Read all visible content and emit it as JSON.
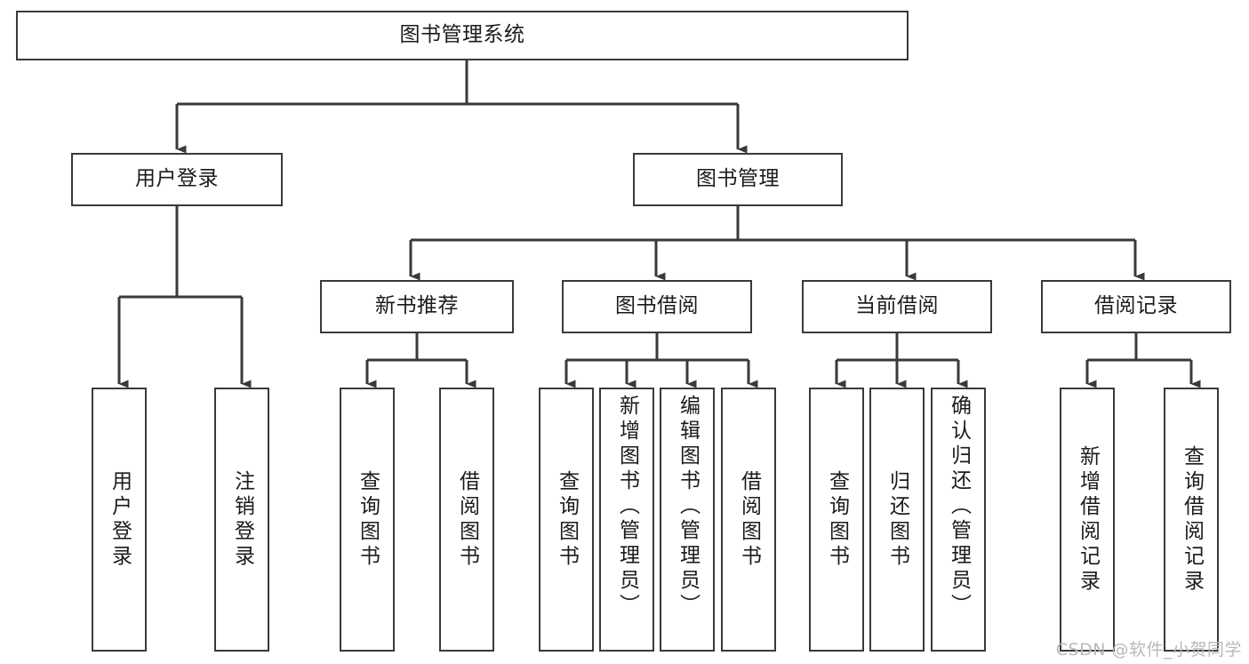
{
  "diagram": {
    "type": "hierarchy-tree",
    "title": "图书管理系统",
    "root": {
      "id": "root",
      "label": "图书管理系统"
    },
    "level2": [
      {
        "id": "user-login",
        "label": "用户登录"
      },
      {
        "id": "book-manage",
        "label": "图书管理"
      }
    ],
    "level3": [
      {
        "id": "new-book-rec",
        "label": "新书推荐",
        "parent": "book-manage"
      },
      {
        "id": "book-borrow",
        "label": "图书借阅",
        "parent": "book-manage"
      },
      {
        "id": "current-borrow",
        "label": "当前借阅",
        "parent": "book-manage"
      },
      {
        "id": "borrow-record",
        "label": "借阅记录",
        "parent": "book-manage"
      }
    ],
    "leaves": [
      {
        "id": "leaf-user-login",
        "label": "用户登录",
        "parent": "user-login",
        "align": "center"
      },
      {
        "id": "leaf-logout",
        "label": "注销登录",
        "parent": "user-login",
        "align": "center"
      },
      {
        "id": "leaf-query-book-1",
        "label": "查询图书",
        "parent": "new-book-rec",
        "align": "center"
      },
      {
        "id": "leaf-borrow-book-1",
        "label": "借阅图书",
        "parent": "new-book-rec",
        "align": "center"
      },
      {
        "id": "leaf-query-book-2",
        "label": "查询图书",
        "parent": "book-borrow",
        "align": "center"
      },
      {
        "id": "leaf-add-book",
        "label": "新增图书（管理员）",
        "parent": "book-borrow",
        "align": "top"
      },
      {
        "id": "leaf-edit-book",
        "label": "编辑图书（管理员）",
        "parent": "book-borrow",
        "align": "top"
      },
      {
        "id": "leaf-borrow-book-2",
        "label": "借阅图书",
        "parent": "book-borrow",
        "align": "center"
      },
      {
        "id": "leaf-query-book-3",
        "label": "查询图书",
        "parent": "current-borrow",
        "align": "center"
      },
      {
        "id": "leaf-return-book",
        "label": "归还图书",
        "parent": "current-borrow",
        "align": "center"
      },
      {
        "id": "leaf-confirm-return",
        "label": "确认归还（管理员）",
        "parent": "current-borrow",
        "align": "top"
      },
      {
        "id": "leaf-add-record",
        "label": "新增借阅记录",
        "parent": "borrow-record",
        "align": "center"
      },
      {
        "id": "leaf-query-record",
        "label": "查询借阅记录",
        "parent": "borrow-record",
        "align": "center"
      }
    ]
  },
  "watermark": {
    "text": "CSDN @软件_小贺同学"
  },
  "colors": {
    "stroke": "#3a3a3a",
    "text": "#1b1b1b",
    "background": "#ffffff",
    "watermark": "#b9b9b9"
  }
}
